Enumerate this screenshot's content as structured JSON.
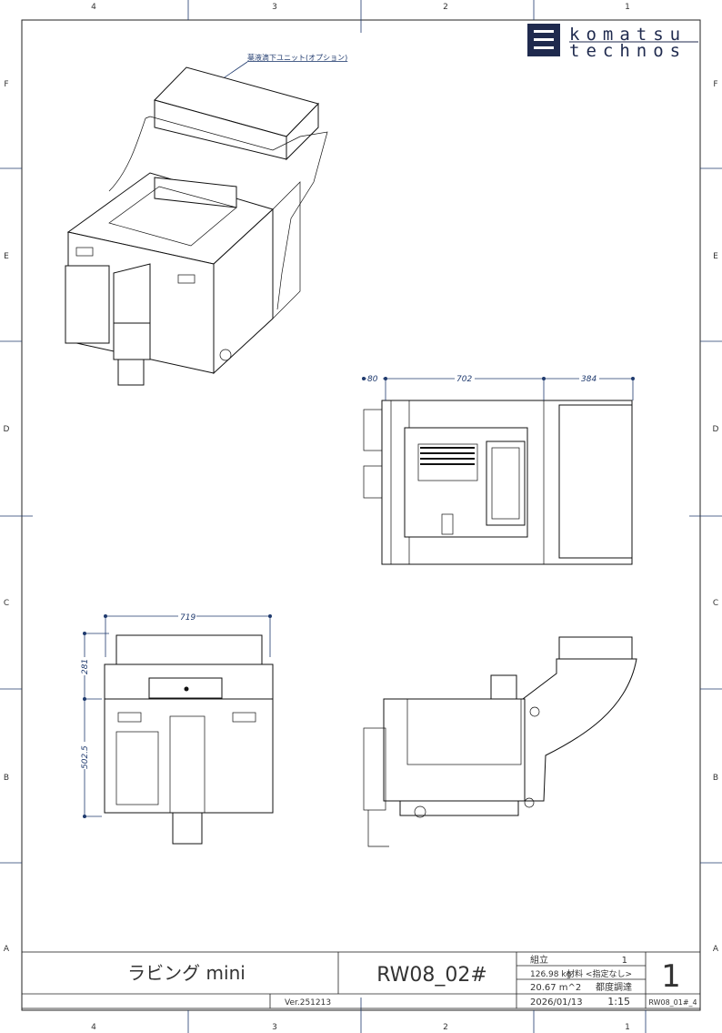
{
  "logo": {
    "line1": "komatsu",
    "line2": "technos",
    "color": "#1f2a4e"
  },
  "zones": {
    "columns": [
      "4",
      "3",
      "2",
      "1"
    ],
    "rows": [
      "F",
      "E",
      "D",
      "C",
      "B",
      "A"
    ]
  },
  "annotation": "薬液滴下ユニット(オプション)",
  "dimensions": {
    "top_view": [
      "80",
      "702",
      "384"
    ],
    "front_view_width": "719",
    "front_view_heights": [
      "281",
      "502.5"
    ]
  },
  "title_block": {
    "drawing_name": "ラビング mini",
    "version": "Ver.251213",
    "drawing_number": "RW08_02#",
    "type": "組立",
    "quantity": "1",
    "mass": "126.98 kg",
    "material": "材料 <指定なし>",
    "area": "20.67 m^2",
    "procurement": "都度調達",
    "date": "2026/01/13",
    "scale": "1:15",
    "sheet": "1",
    "parent_drawing": "RW08_01#_4"
  }
}
